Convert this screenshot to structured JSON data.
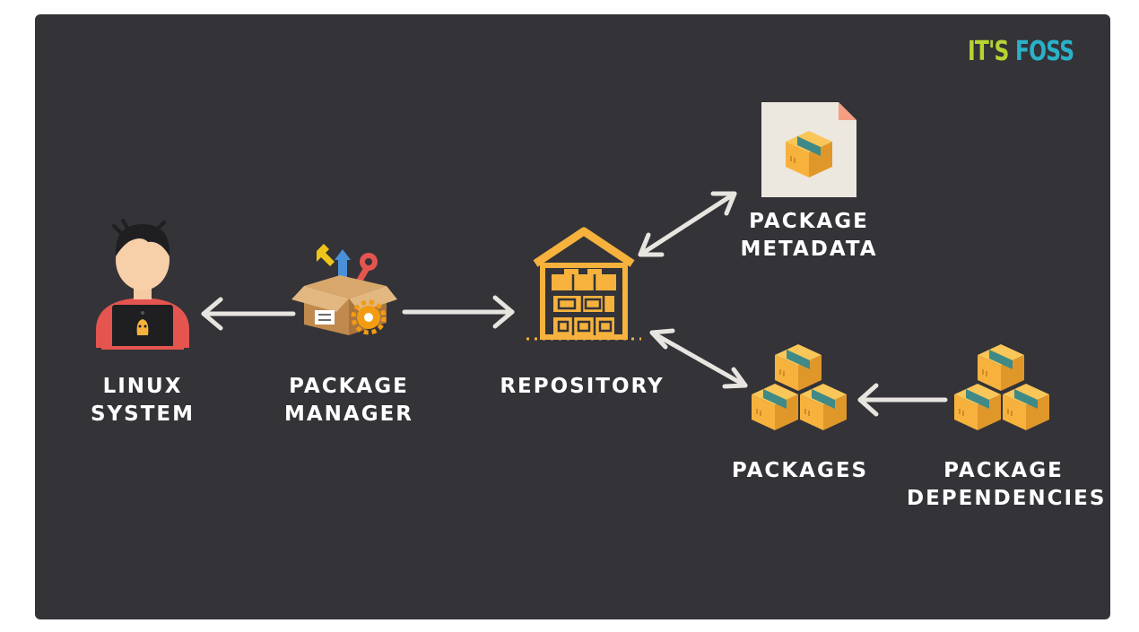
{
  "brand": {
    "part1": "IT'S",
    "part2": "FOSS"
  },
  "colors": {
    "background": "#333338",
    "arrow": "#e8e5e0",
    "box": "#f6b23d",
    "box_shadow": "#e0972a",
    "tape": "#3f8a86",
    "brand_green": "#b7d433",
    "brand_blue": "#2ab1c9"
  },
  "nodes": {
    "linux_system": {
      "line1": "LINUX",
      "line2": "SYSTEM",
      "icon": "linux-user-icon"
    },
    "package_manager": {
      "line1": "PACKAGE",
      "line2": "MANAGER",
      "icon": "toolbox-icon"
    },
    "repository": {
      "line1": "REPOSITORY",
      "icon": "warehouse-icon"
    },
    "package_metadata": {
      "line1": "PACKAGE",
      "line2": "METADATA",
      "icon": "metadata-document-icon"
    },
    "packages": {
      "line1": "PACKAGES",
      "icon": "package-stack-icon"
    },
    "package_dependencies": {
      "line1": "PACKAGE",
      "line2": "DEPENDENCIES",
      "icon": "package-stack-icon"
    }
  }
}
